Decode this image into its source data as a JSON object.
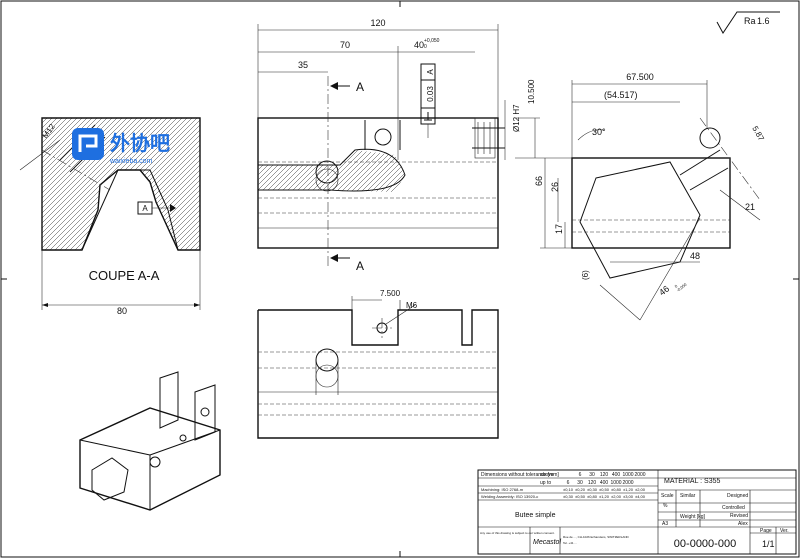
{
  "watermark": {
    "brand": "外协吧",
    "domain": "waixieba.com"
  },
  "roughness": {
    "symbol": "Ra",
    "value": "1.6"
  },
  "section": {
    "title": "COUPE A-A",
    "width_dim": "80",
    "thread_dim": "M12",
    "datum": "A"
  },
  "front_view": {
    "dims": {
      "total": "120",
      "d70": "70",
      "d35": "35",
      "d40": "40",
      "d40_tol_upper": "+0,050",
      "d40_tol_lower": "0",
      "bore": "Ø12 H7",
      "d10500": "10.500"
    },
    "section_labels": [
      "A",
      "A"
    ],
    "gdt": {
      "tolerance": "0.03",
      "datum": "A"
    }
  },
  "side_view": {
    "dims": {
      "d67500": "67.500",
      "d54517": "(54.517)",
      "angle30": "30°",
      "d587": "5.87",
      "d66": "66",
      "d26": "26",
      "d17": "17",
      "d6": "(6)",
      "d48": "48",
      "d21": "21",
      "d46": "46",
      "d46_tol_upper": "0",
      "d46_tol_lower": "-0,050"
    }
  },
  "top_view": {
    "dims": {
      "d7500": "7.500",
      "thread": "M6"
    }
  },
  "title_block": {
    "tol_header": "Dimensions without tolerance [mm]",
    "above": "above",
    "upto": "up to",
    "ranges_above": [
      "6",
      "30",
      "120",
      "400",
      "1000",
      "2000"
    ],
    "ranges_upto": [
      "6",
      "30",
      "120",
      "400",
      "1000",
      "2000"
    ],
    "rows": [
      {
        "label": "Machining: ISO 2768-m",
        "values": [
          "±0,10",
          "±0,20",
          "±0,30",
          "±0,50",
          "±0,80",
          "±1,20",
          "±2,00"
        ]
      },
      {
        "label": "Welding Assembly: ISO 13920-c",
        "values": [
          "±0,30",
          "±0,50",
          "±0,80",
          "±1,20",
          "±2,00",
          "±3,00",
          "±4,00"
        ]
      }
    ],
    "material": "MATERIAL : S355",
    "part_name": "Butee simple",
    "scale_label": "Scale",
    "scale_value": "%",
    "similar": "Similar",
    "designed": "Designed",
    "controlled": "Controlled",
    "revised": "Revised",
    "alex": "Alex",
    "weight": "Weight [kg]",
    "format": "A3",
    "company": "Mecastol",
    "address": "Rue de ..., CH-1026 Echandens, SWITZERLAND",
    "phone": "Tel. +41 ...",
    "disclaimer": "Any use of this drawing is subject to our written consent.",
    "drawing_number": "00-0000-000",
    "page_label": "Page",
    "page_value": "1/1",
    "ver_label": "Ver."
  }
}
